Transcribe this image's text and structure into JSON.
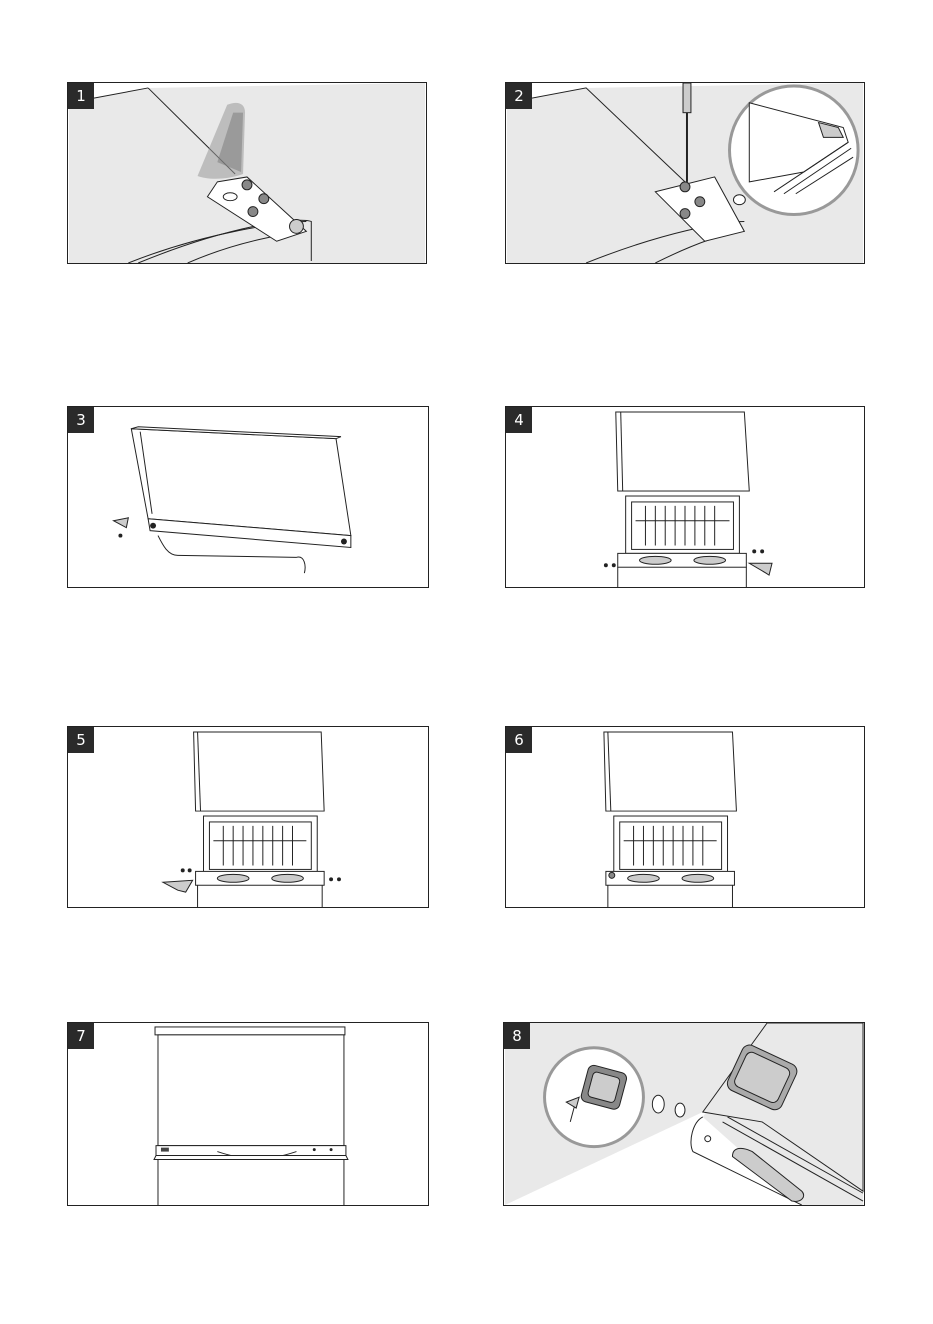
{
  "steps": [
    {
      "number": "1"
    },
    {
      "number": "2"
    },
    {
      "number": "3"
    },
    {
      "number": "4"
    },
    {
      "number": "5"
    },
    {
      "number": "6"
    },
    {
      "number": "7"
    },
    {
      "number": "8"
    }
  ],
  "colors": {
    "panel_fill": "#e8e8e8",
    "badge": "#2a2a2a",
    "line": "#222222"
  }
}
